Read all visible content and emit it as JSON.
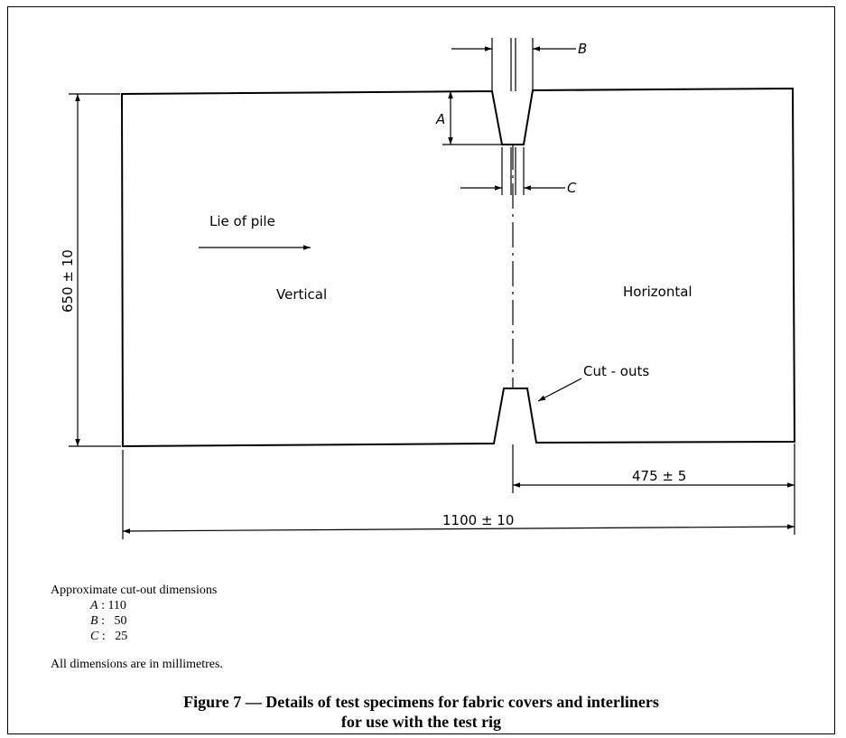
{
  "drawing": {
    "markers": {
      "a": "A",
      "b": "B",
      "c": "C"
    },
    "lie_of_pile": "Lie of pile",
    "vertical": "Vertical",
    "horizontal": "Horizontal",
    "cut_outs": "Cut - outs",
    "dim_height": "650 ± 10",
    "dim_width": "1100 ± 10",
    "dim_offset": "475 ± 5"
  },
  "notes": {
    "heading": "Approximate cut-out dimensions",
    "items": [
      {
        "letter": "A",
        "value": "110"
      },
      {
        "letter": "B",
        "value": "50"
      },
      {
        "letter": "C",
        "value": "25"
      }
    ],
    "units": "All dimensions are in millimetres."
  },
  "caption": {
    "line1": "Figure 7 — Details of test specimens for fabric covers and interliners",
    "line2": "for use with the test rig"
  }
}
